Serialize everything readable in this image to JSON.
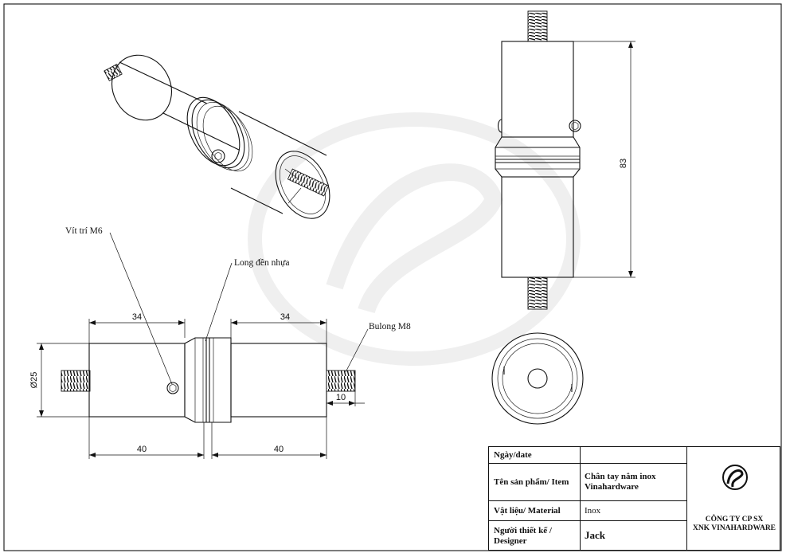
{
  "dimensions": {
    "left_len": "34",
    "right_len": "34",
    "left_total": "40",
    "right_total": "40",
    "diameter": "Ø25",
    "thread_len": "10",
    "height": "83"
  },
  "labels": {
    "screw": "Vít trí M6",
    "washer": "Long đền nhựa",
    "bolt": "Bulong M8"
  },
  "title_block": {
    "date_label": "Ngày/date",
    "date_value": "",
    "item_label": "Tên sản phẩm/ Item",
    "item_value_line1": "Chân tay nắm inox",
    "item_value_line2": "Vinahardware",
    "material_label": "Vật liệu/ Material",
    "material_value": "Inox",
    "designer_label_line1": "Người thiết kế /",
    "designer_label_line2": "Designer",
    "designer_value": "Jack",
    "company_line1": "CÔNG TY CP SX",
    "company_line2": "XNK VINAHARDWARE"
  }
}
